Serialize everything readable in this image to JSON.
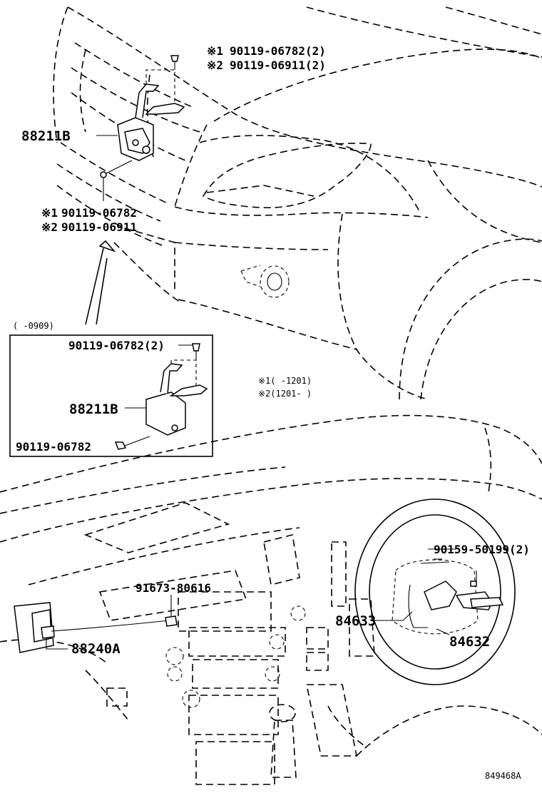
{
  "labels": {
    "top_bolt_part_1": "90119-06782(2)",
    "top_bolt_part_2": "90119-06911(2)",
    "sensor_part": "88211B",
    "left_bolt_part_1": "90119-06782",
    "left_bolt_part_2": "90119-06911",
    "note_mark_1": "※1",
    "note_mark_2": "※2",
    "inset_period": "(     -0909)",
    "inset_bolt_top": "90119-06782(2)",
    "inset_sensor": "88211B",
    "inset_bolt_bottom": "90119-06782",
    "footnote_1": "※1(     -1201)",
    "footnote_2": "※2(1201-     )",
    "screw_part": "91673-80616",
    "ecu_part": "88240A",
    "wheel_bolt_part": "90159-50199(2)",
    "harness_part": "84633",
    "switch_part": "84632",
    "figure_code": "849468A"
  }
}
